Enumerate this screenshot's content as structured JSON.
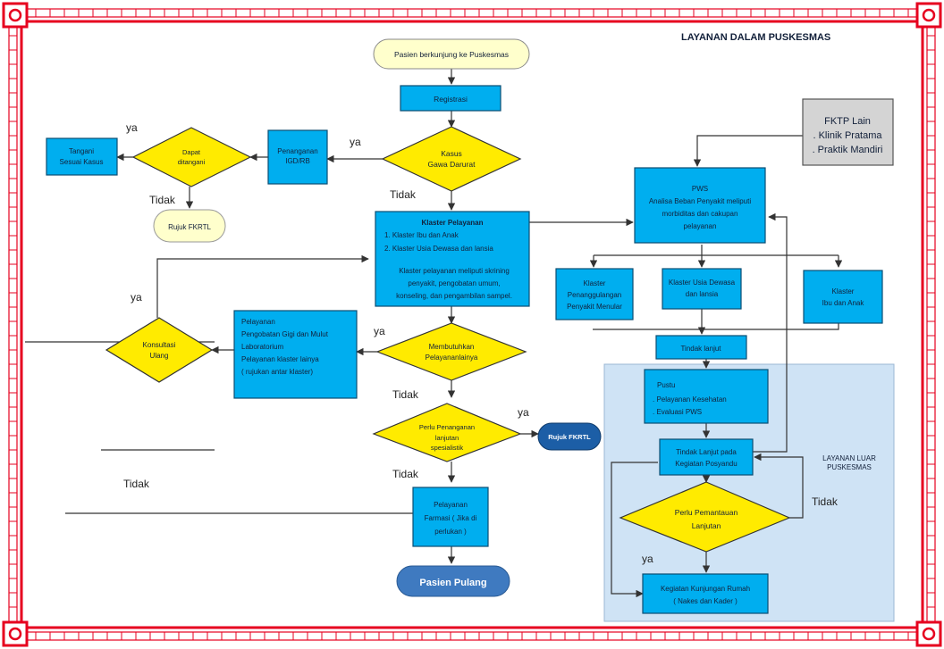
{
  "title": "LAYANAN DALAM PUSKESMAS",
  "outside_title": [
    "LAYANAN LUAR",
    "PUSKESMAS"
  ],
  "colors": {
    "box": "#00aeef",
    "diamond": "#ffeb00",
    "oval": "#ffffcc",
    "frame": "#e6001f",
    "outside_panel": "#cfe3f5",
    "grey_box": "#d4d4d4",
    "end_oval": "#3f7ac0",
    "rujuk_oval": "#1c5ea6"
  },
  "nodes": {
    "start": "Pasien berkunjung ke Puskesmas",
    "registrasi": "Registrasi",
    "kasus": [
      "Kasus",
      "Gawa Darurat"
    ],
    "penanganan": [
      "Penanganan",
      "IGD/RB"
    ],
    "dapat": [
      "Dapat",
      "ditangani"
    ],
    "tangani": [
      "Tangani",
      "Sesuai Kasus"
    ],
    "rujuk1": "Rujuk FKRTL",
    "klaster": {
      "title": "Klaster Pelayanan",
      "items": [
        "1.   Klaster Ibu dan Anak",
        "2.   Klaster Usia Dewasa dan lansia"
      ],
      "desc": [
        "Klaster pelayanan meliputi skrining",
        "penyakit, pengobatan umum,",
        "konseling, dan pengambilan sampel."
      ]
    },
    "membutuhkan": [
      "Membutuhkan",
      "Pelayananlainya"
    ],
    "pelayanan": [
      "Pelayanan",
      "  Pengobatan Gigi dan Mulut",
      "  Laboratorium",
      "  Pelayanan klaster lainya",
      "  ( rujukan antar klaster)"
    ],
    "konsultasi": [
      "Konsultasi",
      "Ulang"
    ],
    "perlu": [
      "Perlu Penanganan",
      "lanjutan",
      "spesialistik"
    ],
    "rujuk2": "Rujuk FKRTL",
    "farmasi": [
      "Pelayanan",
      "Farmasi ( Jika di",
      "perlukan )"
    ],
    "pulang": "Pasien Pulang",
    "fktp": [
      "FKTP Lain",
      ". Klinik Pratama",
      ". Praktik Mandiri"
    ],
    "pws": [
      "PWS",
      "Analisa Beban Penyakit meliputi",
      "morbiditas dan cakupan",
      "pelayanan"
    ],
    "k_menular": [
      "Klaster",
      "Penanggulangan",
      "Penyakit Menular"
    ],
    "k_dewasa": [
      "Klaster Usia Dewasa",
      "dan lansia"
    ],
    "k_ibu": [
      "Klaster",
      "Ibu dan Anak"
    ],
    "tindak": "Tindak lanjut",
    "pustu": [
      "Pustu",
      ". Pelayanan Kesehatan",
      ". Evaluasi PWS"
    ],
    "posyandu": [
      "Tindak Lanjut pada",
      "Kegiatan  Posyandu"
    ],
    "pemantauan": [
      "Perlu Pemantauan",
      "Lanjutan"
    ],
    "kunjungan": [
      "Kegiatan Kunjungan Rumah",
      "( Nakes dan Kader )"
    ]
  },
  "labels": {
    "ya": "ya",
    "tidak": "Tidak"
  }
}
